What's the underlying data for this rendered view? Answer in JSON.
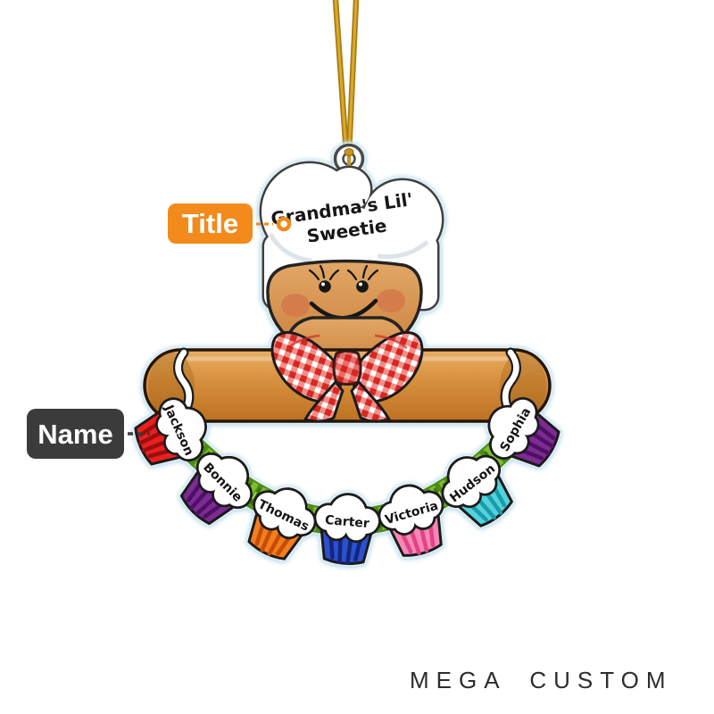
{
  "branding": {
    "logo_text": "MEGA CUSTOM"
  },
  "callouts": {
    "title": {
      "label": "Title",
      "color": "#F28A1C"
    },
    "name": {
      "label": "Name",
      "color": "#3B3B3B"
    }
  },
  "ornament": {
    "hat_title_line1": "Grandma's Lil'",
    "hat_title_line2": "Sweetie",
    "cupcakes": [
      {
        "name": "Jackson",
        "cup_color": "#E8201F",
        "stripe_color": "#9A0E10"
      },
      {
        "name": "Bonnie",
        "cup_color": "#7C2B93",
        "stripe_color": "#4E1063"
      },
      {
        "name": "Thomas",
        "cup_color": "#F67D1C",
        "stripe_color": "#C04E05"
      },
      {
        "name": "Carter",
        "cup_color": "#2B50D0",
        "stripe_color": "#15267A"
      },
      {
        "name": "Victoria",
        "cup_color": "#F787B3",
        "stripe_color": "#E04387"
      },
      {
        "name": "Hudson",
        "cup_color": "#52D2DC",
        "stripe_color": "#1A9BA8"
      },
      {
        "name": "Sophia",
        "cup_color": "#7C2B93",
        "stripe_color": "#4E1063"
      }
    ],
    "colors": {
      "string_gold": "#C8951C",
      "gingerbread_tan": "#D9965A",
      "rolling_pin_brown": "#CE852F",
      "bow_red": "#D5201B",
      "garland_green": "#76B82A",
      "frosting_white": "#FFFFFF"
    }
  }
}
